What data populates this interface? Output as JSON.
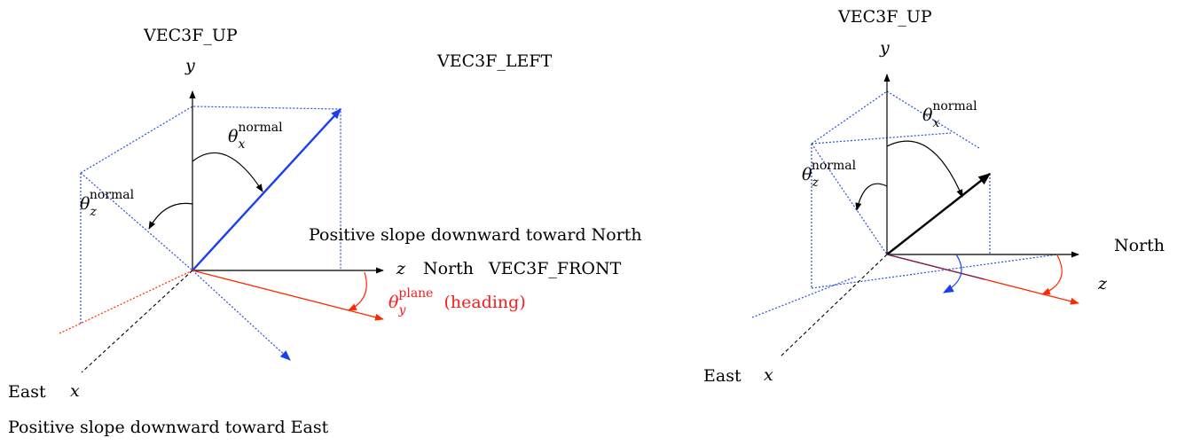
{
  "colors": {
    "axis": "#000000",
    "plane_dotted": "#2a4fd6",
    "normal_vector": "#1a3ff0",
    "heading": "#ff2a00",
    "heading_label": "#ff1a1a",
    "cross_product": "#7a1f5c"
  },
  "left_diagram": {
    "label_up": "VEC3F_UP",
    "label_left": "VEC3F_LEFT",
    "label_front": "VEC3F_FRONT",
    "axis_y": "y",
    "axis_z": "z",
    "axis_x": "x",
    "north": "North",
    "east": "East",
    "theta_x": "θ",
    "theta_x_sub": "x",
    "theta_x_sup": "normal",
    "theta_z": "θ",
    "theta_z_sub": "z",
    "theta_z_sup": "normal",
    "theta_y": "θ",
    "theta_y_sub": "y",
    "theta_y_sup": "plane",
    "heading": "(heading)",
    "slope_north": "Positive slope downward toward North",
    "slope_east": "Positive slope downward toward East"
  },
  "right_diagram": {
    "label_up": "VEC3F_UP",
    "axis_y": "y",
    "axis_z": "z",
    "axis_x": "x",
    "north": "North",
    "east": "East",
    "theta_x": "θ",
    "theta_x_sub": "x",
    "theta_x_sup": "normal",
    "theta_z": "θ",
    "theta_z_sub": "z",
    "theta_z_sup": "normal"
  }
}
